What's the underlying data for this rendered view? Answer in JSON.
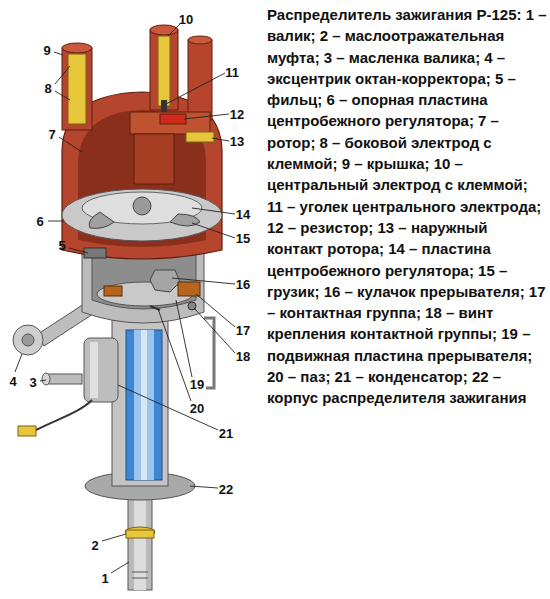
{
  "diagram": {
    "caption": "Распределитель зажигания Р-125: 1 – валик; 2 – маслоотражательная муфта; 3 – масленка валика; 4 – эксцентрик октан-корректора; 5 – фильц; 6 – опорная пластина центробежного регулятора; 7 – ротор; 8 – боковой электрод с клеммой; 9 – крышка; 10 – центральный электрод с клеммой; 11 – уголек центрального электрода; 12 – резистор; 13 – наружный контакт ротора; 14 – пластина центробежного регулятора; 15 – грузик; 16 – кулачок прерывателя; 17 – контактная группа; 18 – винт крепления контактной группы; 19 – подвижная пластина прерывателя; 20 – паз; 21 – конденсатор; 22 – корпус распределителя зажигания",
    "labels": [
      "1",
      "2",
      "3",
      "4",
      "5",
      "6",
      "7",
      "8",
      "9",
      "10",
      "11",
      "12",
      "13",
      "14",
      "15",
      "16",
      "17",
      "18",
      "19",
      "20",
      "21",
      "22"
    ]
  }
}
